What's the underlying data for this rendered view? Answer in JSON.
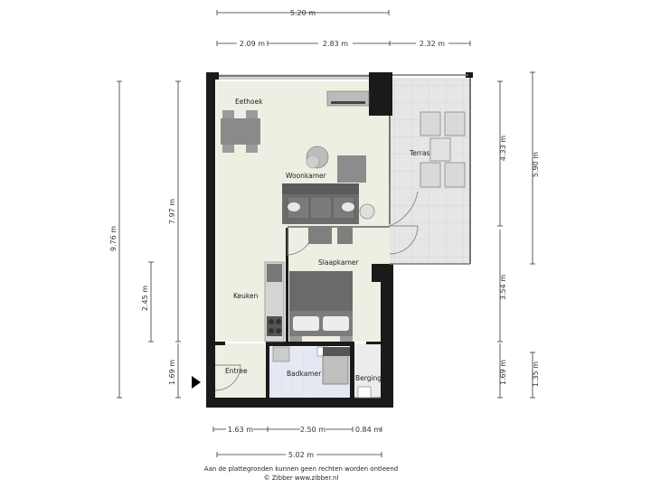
{
  "dimensions": {
    "total_width_top": "5.20 m",
    "segments_top": [
      "2.09 m",
      "2.83 m",
      "2.32 m"
    ],
    "left_total": "9.76 m",
    "left_upper": "7.97 m",
    "left_mid": "2.45 m",
    "left_lower": "1.69 m",
    "right_total": "5.90 m",
    "right_terrace": "4.33 m",
    "right_mid": "3.54 m",
    "right_lower_a": "1.69 m",
    "right_lower_b": "1.35 m",
    "bottom_segments": [
      "1.63 m",
      "2.50 m",
      "0.84 m"
    ],
    "bottom_total": "5.02 m"
  },
  "rooms": {
    "eethoek": "Eethoek",
    "woonkamer": "Woonkamer",
    "terras": "Terras",
    "slaapkamer": "Slaapkamer",
    "keuken": "Keuken",
    "entree": "Entree",
    "badkamer": "Badkamer",
    "berging": "Berging"
  },
  "footer": {
    "disclaimer": "Aan de plattegronden kunnen geen rechten worden ontleend",
    "copyright": "© Zibber www.zibber.nl"
  },
  "colors": {
    "wall": "#1a1a1a",
    "living_floor": "#efeee2",
    "terrace_floor": "#e6e6e6",
    "bath_floor": "#e4e9f3",
    "storage_floor": "#ececec",
    "furniture": "#808080",
    "dimension_line": "#333333"
  }
}
